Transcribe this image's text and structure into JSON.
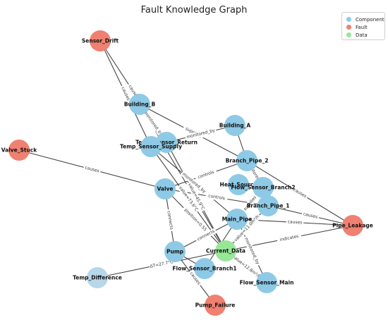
{
  "title": "Fault Knowledge Graph",
  "colors": {
    "component": "#8ecae6",
    "fault": "#f08070",
    "data": "#98e698",
    "component_light": "#b7d7ea"
  },
  "legend": [
    {
      "label": "Component",
      "color": "#8ecae6"
    },
    {
      "label": "Fault",
      "color": "#f08070"
    },
    {
      "label": "Data",
      "color": "#98e698"
    }
  ],
  "nodes": [
    {
      "id": "Sensor_Drift",
      "label": "Sensor_Drift",
      "type": "fault"
    },
    {
      "id": "Building_B",
      "label": "Building_B",
      "type": "component"
    },
    {
      "id": "Building_A",
      "label": "Building_A",
      "type": "component"
    },
    {
      "id": "Temp_Sensor_Return",
      "label": "Temp_Sensor_Return",
      "type": "component"
    },
    {
      "id": "Temp_Sensor_Supply",
      "label": "Temp_Sensor_Supply",
      "type": "component"
    },
    {
      "id": "Valve_Stuck",
      "label": "Valve_Stuck",
      "type": "fault"
    },
    {
      "id": "Branch_Pipe_2",
      "label": "Branch_Pipe_2",
      "type": "component"
    },
    {
      "id": "Valve",
      "label": "Valve",
      "type": "component"
    },
    {
      "id": "Heat_Source",
      "label": "Heat_Source",
      "type": "component"
    },
    {
      "id": "Flow_Sensor_Branch2",
      "label": "Flow_Sensor_Branch2",
      "type": "component"
    },
    {
      "id": "Branch_Pipe_1",
      "label": "Branch_Pipe_1",
      "type": "component"
    },
    {
      "id": "Main_Pipe",
      "label": "Main_Pipe",
      "type": "component"
    },
    {
      "id": "Pipe_Leakage",
      "label": "Pipe_Leakage",
      "type": "fault"
    },
    {
      "id": "Pump",
      "label": "Pump",
      "type": "component"
    },
    {
      "id": "Current_Data",
      "label": "Current_Data",
      "type": "data"
    },
    {
      "id": "Flow_Sensor_Branch1",
      "label": "Flow_Sensor_Branch1",
      "type": "component"
    },
    {
      "id": "Flow_Sensor_Main",
      "label": "Flow_Sensor_Main",
      "type": "component"
    },
    {
      "id": "Temp_Difference",
      "label": "Temp_Difference",
      "type": "component_light"
    },
    {
      "id": "Pump_Failure",
      "label": "Pump_Failure",
      "type": "fault"
    }
  ],
  "edges": [
    {
      "from": "Sensor_Drift",
      "to": "Temp_Sensor_Return",
      "label": "causes"
    },
    {
      "from": "Sensor_Drift",
      "to": "Temp_Sensor_Supply",
      "label": "causes"
    },
    {
      "from": "Building_B",
      "to": "Temp_Sensor_Return",
      "label": "monitored_by"
    },
    {
      "from": "Building_B",
      "to": "Branch_Pipe_2",
      "label": "supplies"
    },
    {
      "from": "Building_B",
      "to": "Current_Data",
      "label": ""
    },
    {
      "from": "Building_A",
      "to": "Temp_Sensor_Return",
      "label": "monitored_by"
    },
    {
      "from": "Building_A",
      "to": "Branch_Pipe_2",
      "label": ""
    },
    {
      "from": "Valve_Stuck",
      "to": "Valve",
      "label": "causes"
    },
    {
      "from": "Valve",
      "to": "Branch_Pipe_2",
      "label": "controls"
    },
    {
      "from": "Valve",
      "to": "Branch_Pipe_1",
      "label": "controls"
    },
    {
      "from": "Valve",
      "to": "Pump",
      "label": "connects"
    },
    {
      "from": "Valve",
      "to": "Current_Data",
      "label": "position=0.55"
    },
    {
      "from": "Temp_Sensor_Supply",
      "to": "Main_Pipe",
      "label": "monitored_by"
    },
    {
      "from": "Temp_Sensor_Supply",
      "to": "Current_Data",
      "label": "value=73.6°C"
    },
    {
      "from": "Temp_Sensor_Return",
      "to": "Current_Data",
      "label": "value=45.9°C"
    },
    {
      "from": "Branch_Pipe_2",
      "to": "Pipe_Leakage",
      "label": "causes"
    },
    {
      "from": "Branch_Pipe_2",
      "to": "Flow_Sensor_Branch2",
      "label": "monitored_by"
    },
    {
      "from": "Flow_Sensor_Branch2",
      "to": "Main_Pipe",
      "label": "supplies"
    },
    {
      "from": "Branch_Pipe_1",
      "to": "Pipe_Leakage",
      "label": "causes"
    },
    {
      "from": "Branch_Pipe_1",
      "to": "Current_Data",
      "label": "value=11.0m³/h"
    },
    {
      "from": "Main_Pipe",
      "to": "Pipe_Leakage",
      "label": "causes"
    },
    {
      "from": "Main_Pipe",
      "to": "Flow_Sensor_Main",
      "label": "monitored_by"
    },
    {
      "from": "Main_Pipe",
      "to": "Pump",
      "label": "connects"
    },
    {
      "from": "Main_Pipe",
      "to": "Flow_Sensor_Branch1",
      "label": ""
    },
    {
      "from": "Current_Data",
      "to": "Pipe_Leakage",
      "label": "indicates"
    },
    {
      "from": "Flow_Sensor_Main",
      "to": "Current_Data",
      "label": "value=12.8m³/h"
    },
    {
      "from": "Temp_Difference",
      "to": "Current_Data",
      "label": "ΔT=27.7°C"
    },
    {
      "from": "Pump",
      "to": "Pump_Failure",
      "label": "causes"
    },
    {
      "from": "Pump",
      "to": "Flow_Sensor_Branch1",
      "label": ""
    }
  ]
}
